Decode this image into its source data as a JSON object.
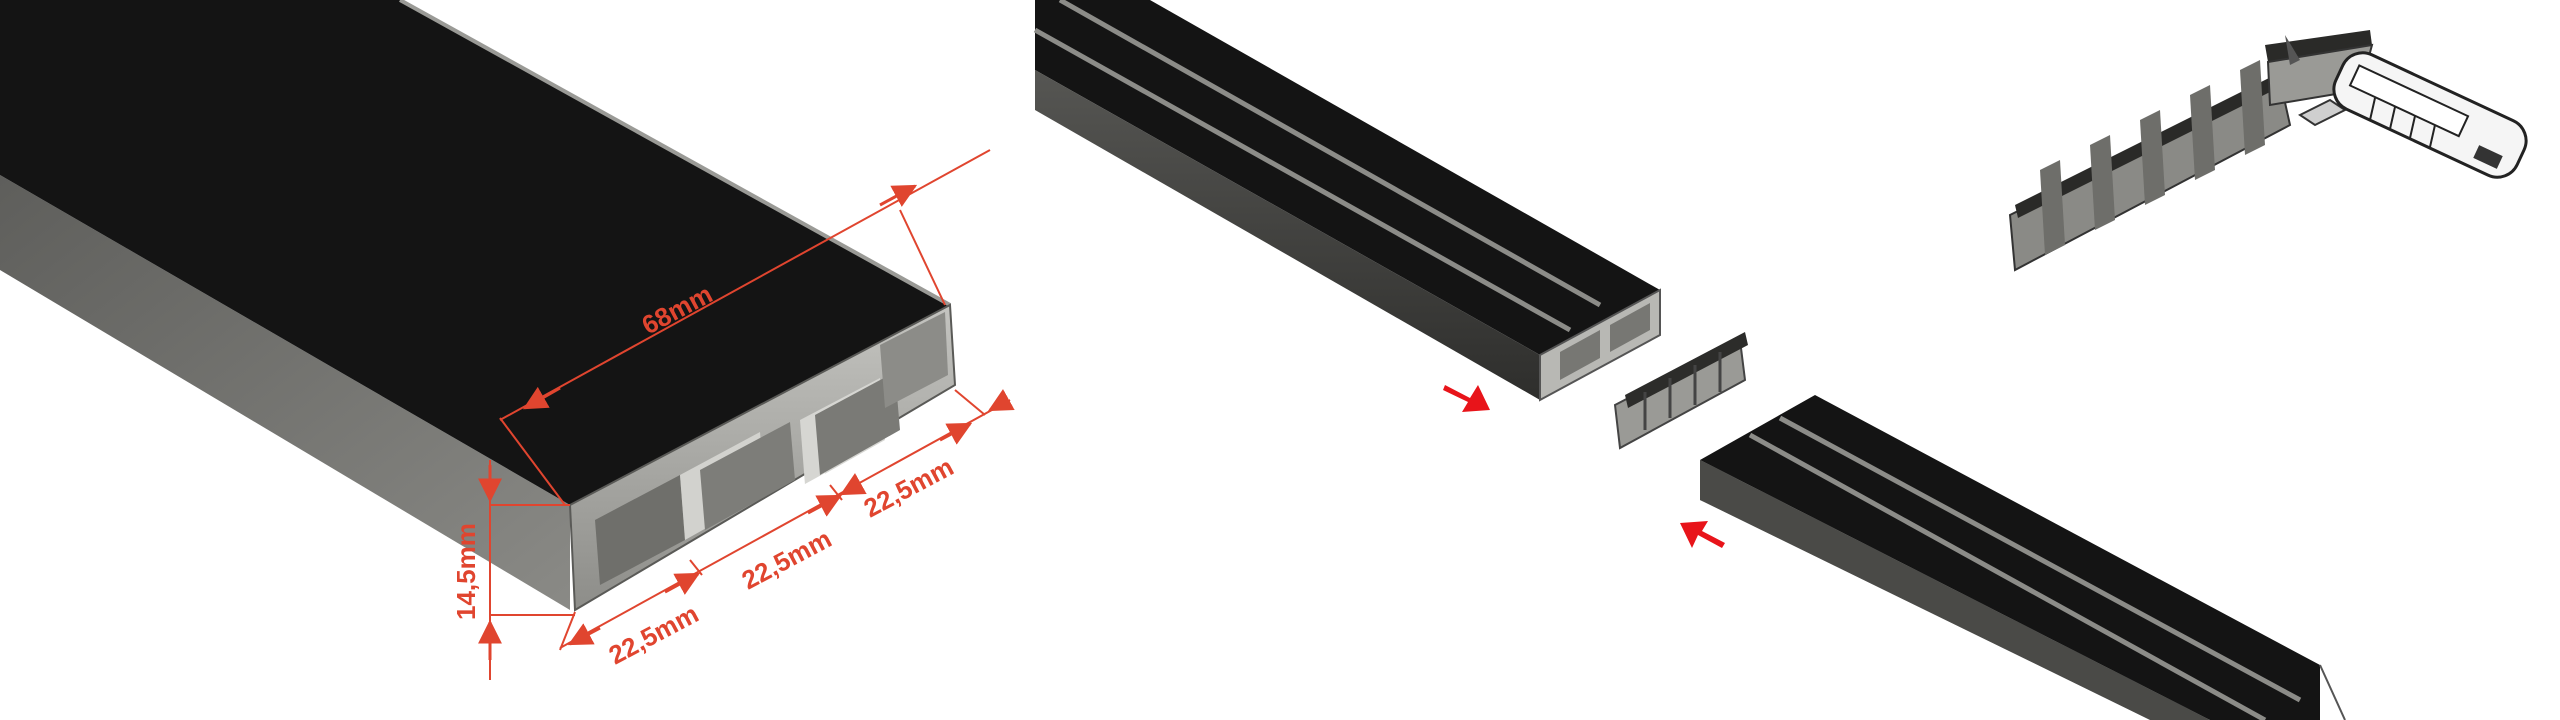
{
  "panels": {
    "profile_dimensions": {
      "width_label": "68mm",
      "height_label": "14,5mm",
      "channel_labels": [
        "22,5mm",
        "22,5mm",
        "22,5mm"
      ]
    },
    "joining": {
      "arrows": [
        "join-arrow-left",
        "join-arrow-right"
      ]
    },
    "cutting": {
      "tool": "utility-knife-icon"
    }
  },
  "colors": {
    "rail_top": "#141414",
    "rail_side": "#6e6e6b",
    "rail_front": "#a8a8a4",
    "dimension_line": "#e0452f",
    "arrow_red": "#e8141a"
  }
}
